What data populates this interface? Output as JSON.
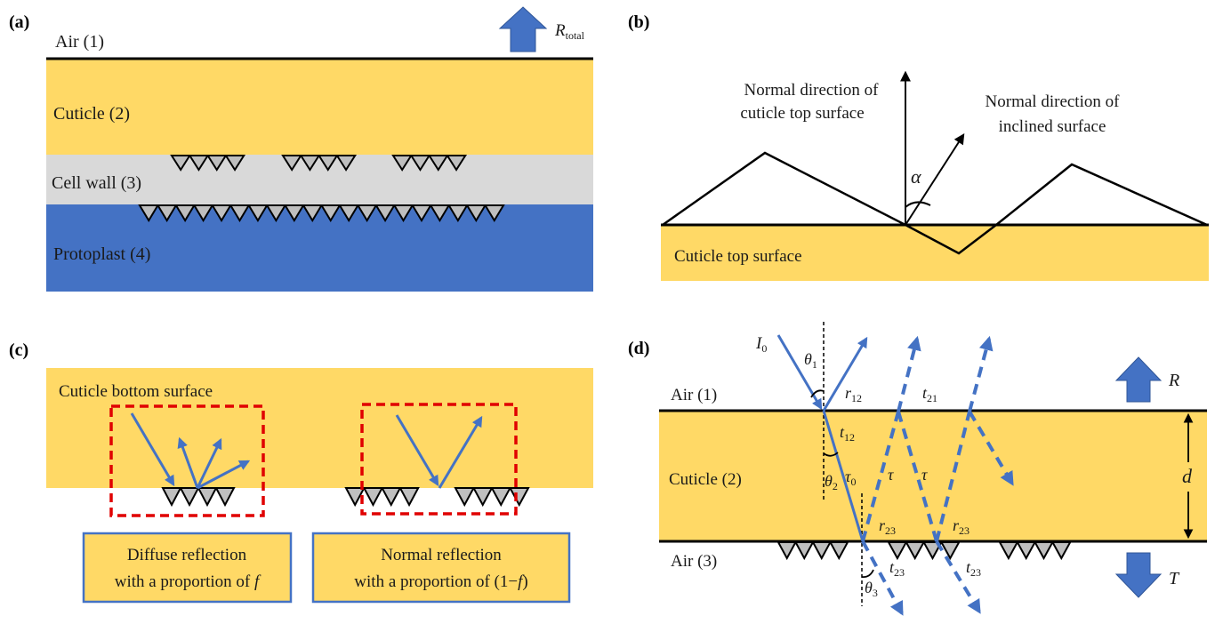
{
  "colors": {
    "cuticle": "#FFD966",
    "cell_wall": "#D9D9D9",
    "protoplast": "#4472C4",
    "ray": "#4472C4",
    "dashed_box": "#E00000",
    "triangle_fill": "#BFBFBF",
    "line": "#000000"
  },
  "panel_a": {
    "tag": "(a)",
    "layers": [
      {
        "label": "Air (1)"
      },
      {
        "label": "Cuticle (2)"
      },
      {
        "label": "Cell wall (3)"
      },
      {
        "label": "Protoplast (4)"
      }
    ],
    "output_arrow": {
      "symbol": "R",
      "subscript": "total"
    },
    "cuticle_cellwall_roughness_groups": 3,
    "triangles_per_group": 4,
    "cellwall_protoplast_triangles": 20
  },
  "panel_b": {
    "tag": "(b)",
    "normal_top_label": [
      "Normal direction of",
      "cuticle top surface"
    ],
    "normal_inclined_label": [
      "Normal direction of",
      "inclined surface"
    ],
    "angle_symbol": "α",
    "surface_label": "Cuticle top surface"
  },
  "panel_c": {
    "tag": "(c)",
    "surface_label": "Cuticle bottom surface",
    "diffuse_box": {
      "line1": "Diffuse reflection",
      "line2_prefix": "with a proportion of ",
      "line2_var": "f"
    },
    "normal_box": {
      "line1": "Normal reflection",
      "line2_prefix": "with a proportion of (1−",
      "line2_var": "f",
      "line2_suffix": ")"
    }
  },
  "panel_d": {
    "tag": "(d)",
    "layers": [
      {
        "label": "Air (1)"
      },
      {
        "label": "Cuticle (2)"
      },
      {
        "label": "Air (3)"
      }
    ],
    "incident": {
      "symbol": "I",
      "sub": "0"
    },
    "angles": [
      {
        "symbol": "θ",
        "sub": "1"
      },
      {
        "symbol": "θ",
        "sub": "2"
      },
      {
        "symbol": "θ",
        "sub": "3"
      }
    ],
    "coefficients": {
      "r12": {
        "symbol": "r",
        "sub": "12"
      },
      "t12": {
        "symbol": "t",
        "sub": "12"
      },
      "t21": {
        "symbol": "t",
        "sub": "21"
      },
      "r23a": {
        "symbol": "r",
        "sub": "23"
      },
      "r23b": {
        "symbol": "r",
        "sub": "23"
      },
      "t23a": {
        "symbol": "t",
        "sub": "23"
      },
      "t23b": {
        "symbol": "t",
        "sub": "23"
      },
      "tau0": {
        "symbol": "τ",
        "sub": "0"
      },
      "tau1": {
        "symbol": "τ"
      },
      "tau2": {
        "symbol": "τ"
      }
    },
    "thickness": "d",
    "reflect_label": "R",
    "transmit_label": "T"
  }
}
